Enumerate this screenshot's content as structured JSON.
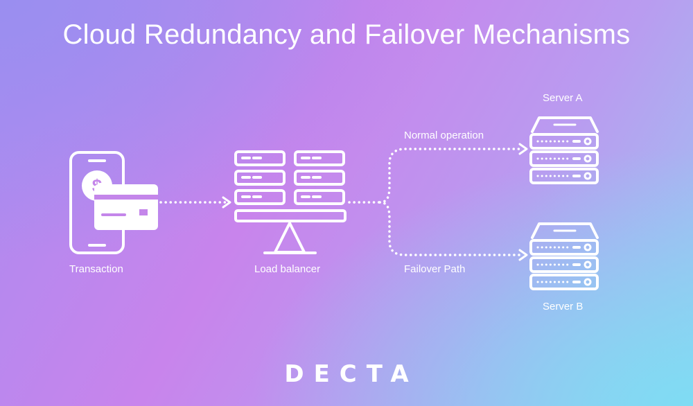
{
  "header": {
    "title": "Cloud Redundancy and Failover Mechanisms"
  },
  "nodes": {
    "transaction": "Transaction",
    "load_balancer": "Load balancer",
    "server_a": "Server A",
    "server_b": "Server B"
  },
  "paths": {
    "normal": "Normal operation",
    "failover": "Failover Path"
  },
  "brand": {
    "logo": "DECTA"
  },
  "icons": [
    "phone-icon",
    "dollar-icon",
    "credit-card-icon",
    "server-rack-icon",
    "balance-icon",
    "server-icon"
  ],
  "colors": {
    "foreground": "#ffffff"
  }
}
